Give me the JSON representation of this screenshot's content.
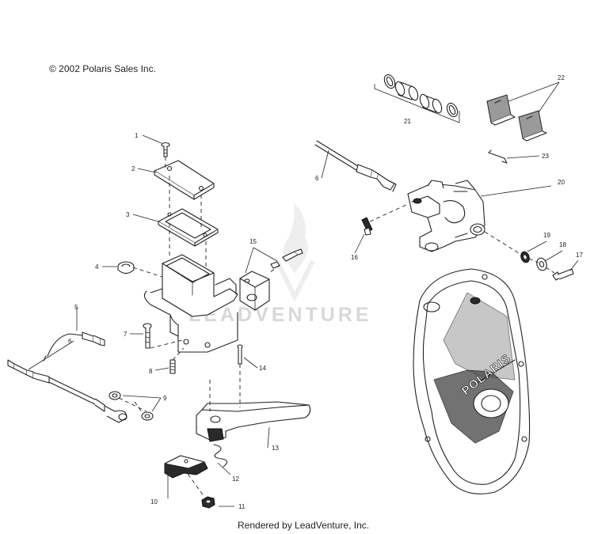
{
  "copyright": "© 2002 Polaris Sales Inc.",
  "footer": "Rendered by LeadVenture, Inc.",
  "watermark": "LEADVENTURE",
  "cover_logo": "POLARIS",
  "callouts": [
    "1",
    "2",
    "3",
    "4",
    "5",
    "6",
    "7",
    "8",
    "9",
    "10",
    "11",
    "12",
    "13",
    "14",
    "15",
    "16",
    "17",
    "18",
    "19",
    "20",
    "21",
    "22",
    "23",
    "6"
  ]
}
